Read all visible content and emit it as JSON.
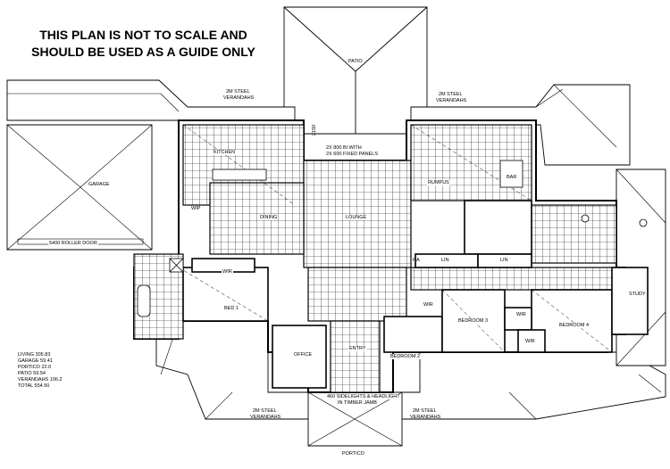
{
  "notice": {
    "line1": "THIS PLAN IS NOT TO SCALE AND",
    "line2": "SHOULD BE USED AS A GUIDE ONLY"
  },
  "areas": [
    "LIVING 305.83",
    "GARAGE 59.41",
    "PORTICO 22.0",
    "PATIO 59.54",
    "VERANDAHS 106.2",
    "TOTAL 554.50"
  ],
  "rooms": {
    "patio": "PATIO",
    "garage": "GARAGE",
    "roller_door": "5400 ROLLER DOOR",
    "verandah_nw_1": "2M STEEL",
    "verandah_nw_2": "VERANDAHS",
    "verandah_ne_1": "2M STEEL",
    "verandah_ne_2": "VERANDAHS",
    "verandah_sw_1": "2M STEEL",
    "verandah_sw_2": "VERANDAHS",
    "verandah_se_1": "2M STEEL",
    "verandah_se_2": "VERANDAHS",
    "kitchen": "KITCHEN",
    "wip": "WIP",
    "dining": "DINING",
    "lounge": "LOUNGE",
    "rumpus": "RUMPUS",
    "bar": "BAR",
    "wir_main": "WIR",
    "bed1": "BED 1",
    "lin_1": "LIN",
    "lin_2": "LIN",
    "ra": "RA",
    "wir_b2": "WIR",
    "wir_b3": "WIR",
    "wir_b4": "WIR",
    "bedroom2": "BEDROOM 2",
    "bedroom3": "BEDROOM 3",
    "bedroom4": "BEDROOM 4",
    "office": "OFFICE",
    "entry": "ENTRY",
    "study": "STUDY",
    "portico": "PORTICO",
    "stacker_1": "2X 800 BI WITH",
    "stacker_2": "2X 600 FIXED PANELS",
    "dim_2150": "2150",
    "entry_door_1": "460 SIDELIGHTS & HEADLIGHT",
    "entry_door_2": "IN TIMBER JAMB"
  }
}
